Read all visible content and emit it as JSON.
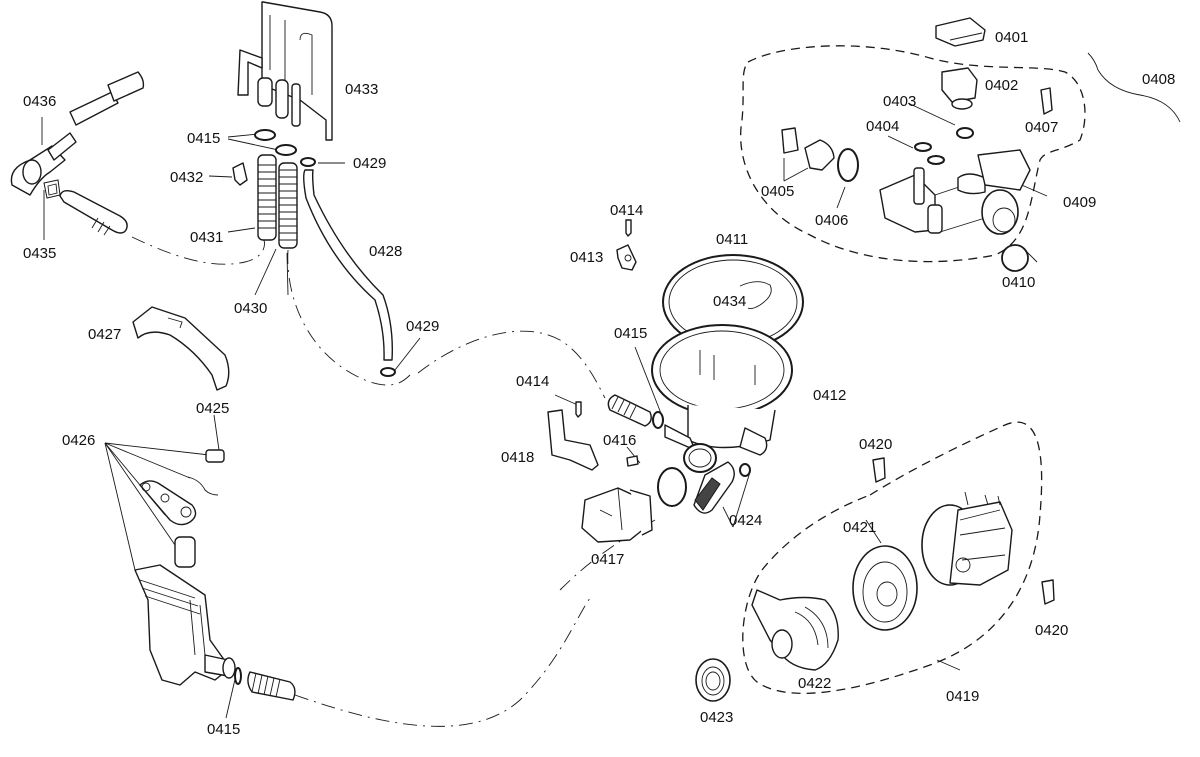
{
  "diagram": {
    "type": "exploded-parts-diagram",
    "subject": "Dishwasher sump, drain pump and circulation pump assembly",
    "callouts": [
      {
        "id": "c0401",
        "label": "0401",
        "part": "cover cap"
      },
      {
        "id": "c0402",
        "label": "0402",
        "part": "sensor / switch"
      },
      {
        "id": "c0403",
        "label": "0403",
        "part": "seal ring"
      },
      {
        "id": "c0404",
        "label": "0404",
        "part": "seal ring"
      },
      {
        "id": "c0405",
        "label": "0405",
        "part": "heater connector"
      },
      {
        "id": "c0406",
        "label": "0406",
        "part": "o-ring"
      },
      {
        "id": "c0407",
        "label": "0407",
        "part": "clip"
      },
      {
        "id": "c0408",
        "label": "0408",
        "part": "wire lead"
      },
      {
        "id": "c0409",
        "label": "0409",
        "part": "valve/heater assembly group"
      },
      {
        "id": "c0410",
        "label": "0410",
        "part": "hose clamp"
      },
      {
        "id": "c0411",
        "label": "0411",
        "part": "sump seal"
      },
      {
        "id": "c0412",
        "label": "0412",
        "part": "sump pot"
      },
      {
        "id": "c0413",
        "label": "0413",
        "part": "bracket"
      },
      {
        "id": "c0414a",
        "label": "0414",
        "part": "screw"
      },
      {
        "id": "c0414b",
        "label": "0414",
        "part": "screw"
      },
      {
        "id": "c0415a",
        "label": "0415",
        "part": "o-ring (top)"
      },
      {
        "id": "c0415b",
        "label": "0415",
        "part": "o-ring (sump)"
      },
      {
        "id": "c0415c",
        "label": "0415",
        "part": "o-ring (drain pump)"
      },
      {
        "id": "c0416",
        "label": "0416",
        "part": "fastener"
      },
      {
        "id": "c0417",
        "label": "0417",
        "part": "drain pump"
      },
      {
        "id": "c0418",
        "label": "0418",
        "part": "retaining bracket"
      },
      {
        "id": "c0419",
        "label": "0419",
        "part": "circulation pump assembly group"
      },
      {
        "id": "c0420a",
        "label": "0420",
        "part": "clip"
      },
      {
        "id": "c0420b",
        "label": "0420",
        "part": "clip"
      },
      {
        "id": "c0421",
        "label": "0421",
        "part": "pump impeller housing"
      },
      {
        "id": "c0422",
        "label": "0422",
        "part": "pump volute"
      },
      {
        "id": "c0423",
        "label": "0423",
        "part": "grommet"
      },
      {
        "id": "c0424",
        "label": "0424",
        "part": "hose with seal"
      },
      {
        "id": "c0425",
        "label": "0425",
        "part": "cap"
      },
      {
        "id": "c0426",
        "label": "0426",
        "part": "float switch assembly"
      },
      {
        "id": "c0427",
        "label": "0427",
        "part": "cover"
      },
      {
        "id": "c0428",
        "label": "0428",
        "part": "reinforced hose"
      },
      {
        "id": "c0429a",
        "label": "0429",
        "part": "clamp (top)"
      },
      {
        "id": "c0429b",
        "label": "0429",
        "part": "clamp (bottom)"
      },
      {
        "id": "c0430",
        "label": "0430",
        "part": "corrugated hose"
      },
      {
        "id": "c0431",
        "label": "0431",
        "part": "corrugated hose"
      },
      {
        "id": "c0432",
        "label": "0432",
        "part": "clip"
      },
      {
        "id": "c0433",
        "label": "0433",
        "part": "water inlet manifold"
      },
      {
        "id": "c0434",
        "label": "0434",
        "part": "spring clip"
      },
      {
        "id": "c0435",
        "label": "0435",
        "part": "clamp"
      },
      {
        "id": "c0436",
        "label": "0436",
        "part": "drain hose elbow"
      }
    ]
  }
}
